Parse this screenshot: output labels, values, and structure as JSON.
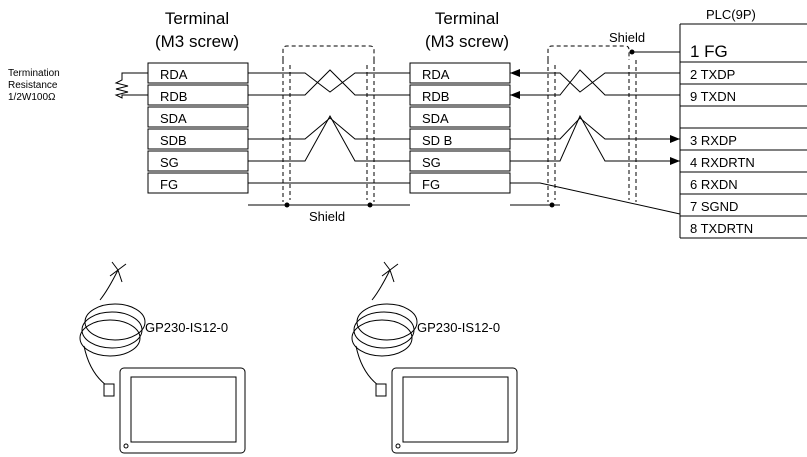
{
  "terminal_left": {
    "title_line1": "Terminal",
    "title_line2": "(M3 screw)",
    "rows": [
      "RDA",
      "RDB",
      "SDA",
      "SDB",
      "SG",
      "FG"
    ]
  },
  "terminal_right": {
    "title_line1": "Terminal",
    "title_line2": "(M3 screw)",
    "rows": [
      "RDA",
      "RDB",
      "SDA",
      "SD B",
      "SG",
      "FG"
    ]
  },
  "termination": {
    "line1": "Termination",
    "line2": "Resistance",
    "line3": "1/2W100Ω"
  },
  "shield_label_mid": "Shield",
  "shield_label_right": "Shield",
  "plc": {
    "title": "PLC(9P)",
    "rows": [
      "1 FG",
      "2 TXDP",
      "9 TXDN",
      "3 RXDP",
      "4 RXDRTN",
      "6 RXDN",
      "7 SGND",
      "8 TXDRTN"
    ]
  },
  "unit_left_label": "GP230-IS12-0",
  "unit_right_label": "GP230-IS12-0"
}
